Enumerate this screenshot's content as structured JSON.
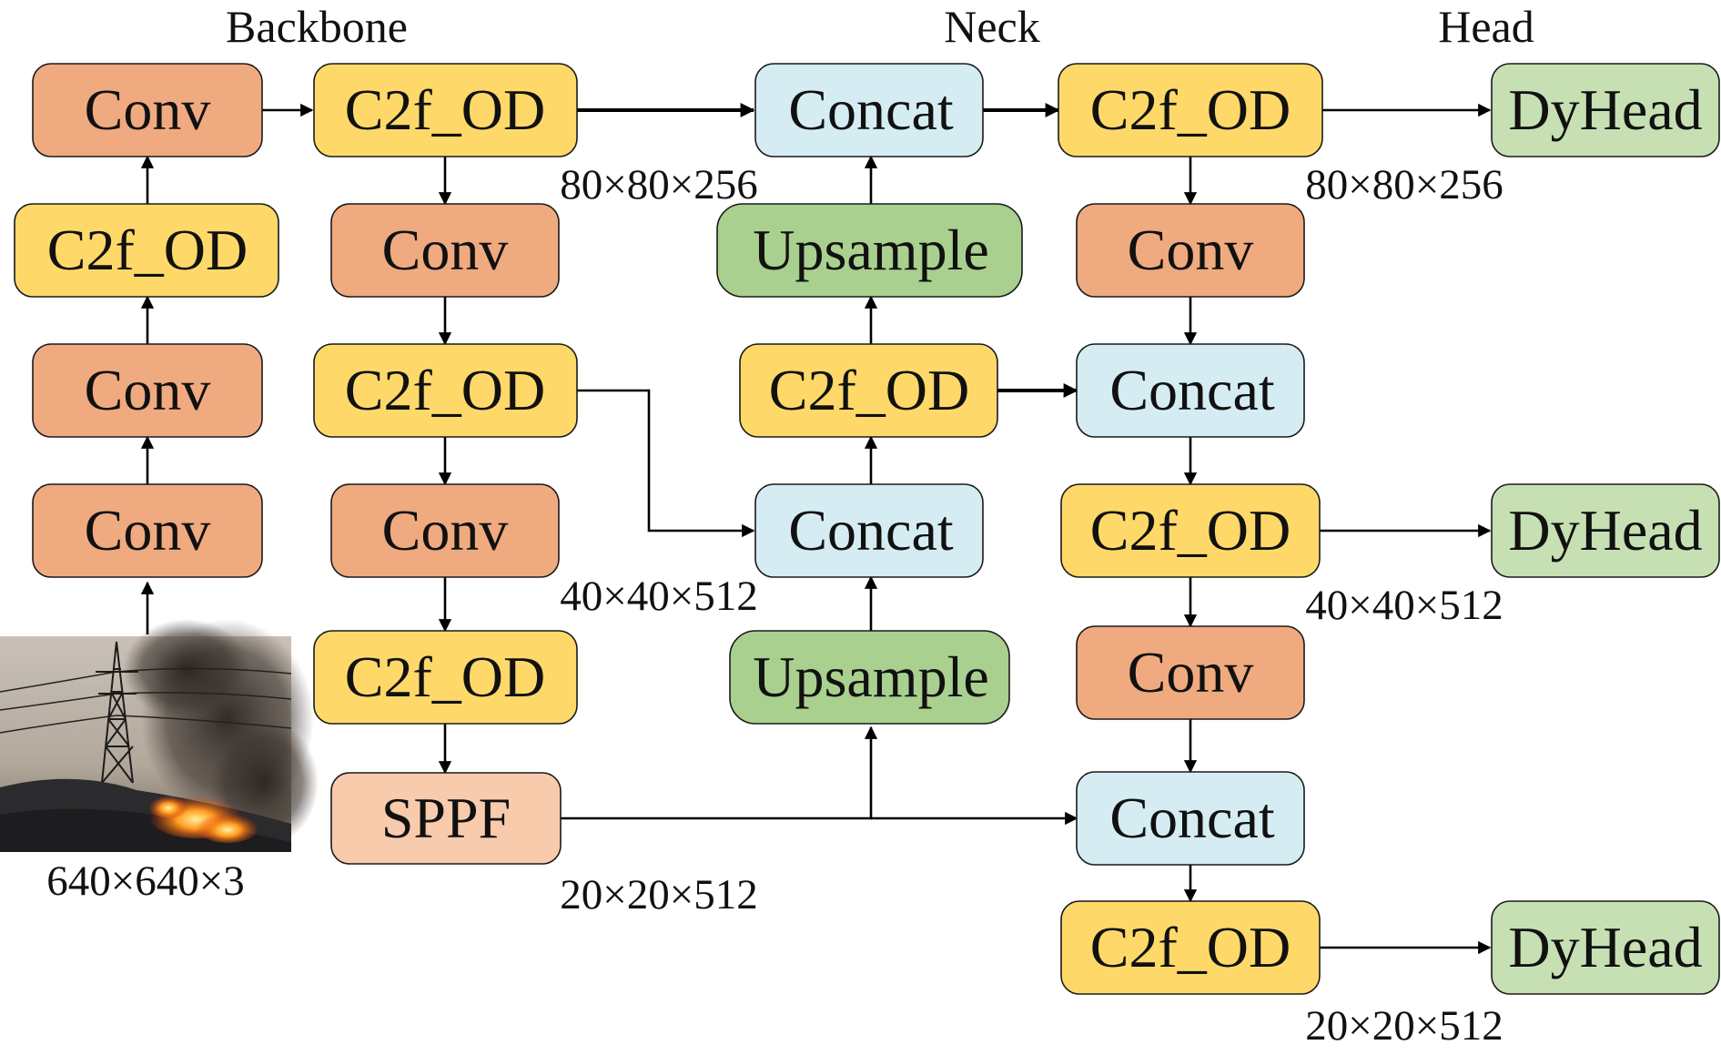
{
  "sections": {
    "backbone": "Backbone",
    "neck": "Neck",
    "head": "Head"
  },
  "colors": {
    "conv": "#f0aa80",
    "c2f_od": "#fed96a",
    "concat": "#d5ecf3",
    "upsample": "#a9d08e",
    "dyhead": "#c6e0b4",
    "sppf": "#f8cbad"
  },
  "nodes": {
    "backbone_conv_1": "Conv",
    "backbone_conv_2": "Conv",
    "backbone_c2f_1": "C2f_OD",
    "backbone_conv_3": "Conv",
    "backbone_c2f_2": "C2f_OD",
    "backbone_conv_4": "Conv",
    "backbone_c2f_3": "C2f_OD",
    "backbone_conv_5": "Conv",
    "backbone_c2f_4": "C2f_OD",
    "backbone_sppf": "SPPF",
    "neck_concat_top": "Concat",
    "neck_upsample_top": "Upsample",
    "neck_c2f_mid": "C2f_OD",
    "neck_concat_mid": "Concat",
    "neck_upsample_bottom": "Upsample",
    "head_c2f_1": "C2f_OD",
    "head_conv_1": "Conv",
    "head_concat_1": "Concat",
    "head_c2f_2": "C2f_OD",
    "head_conv_2": "Conv",
    "head_concat_2": "Concat",
    "head_c2f_3": "C2f_OD",
    "dyhead_1": "DyHead",
    "dyhead_2": "DyHead",
    "dyhead_3": "DyHead"
  },
  "dimensions": {
    "input": "640×640×3",
    "backbone_p3": "80×80×256",
    "backbone_p4": "40×40×512",
    "backbone_p5": "20×20×512",
    "head_p3": "80×80×256",
    "head_p4": "40×40×512",
    "head_p5": "20×20×512"
  }
}
